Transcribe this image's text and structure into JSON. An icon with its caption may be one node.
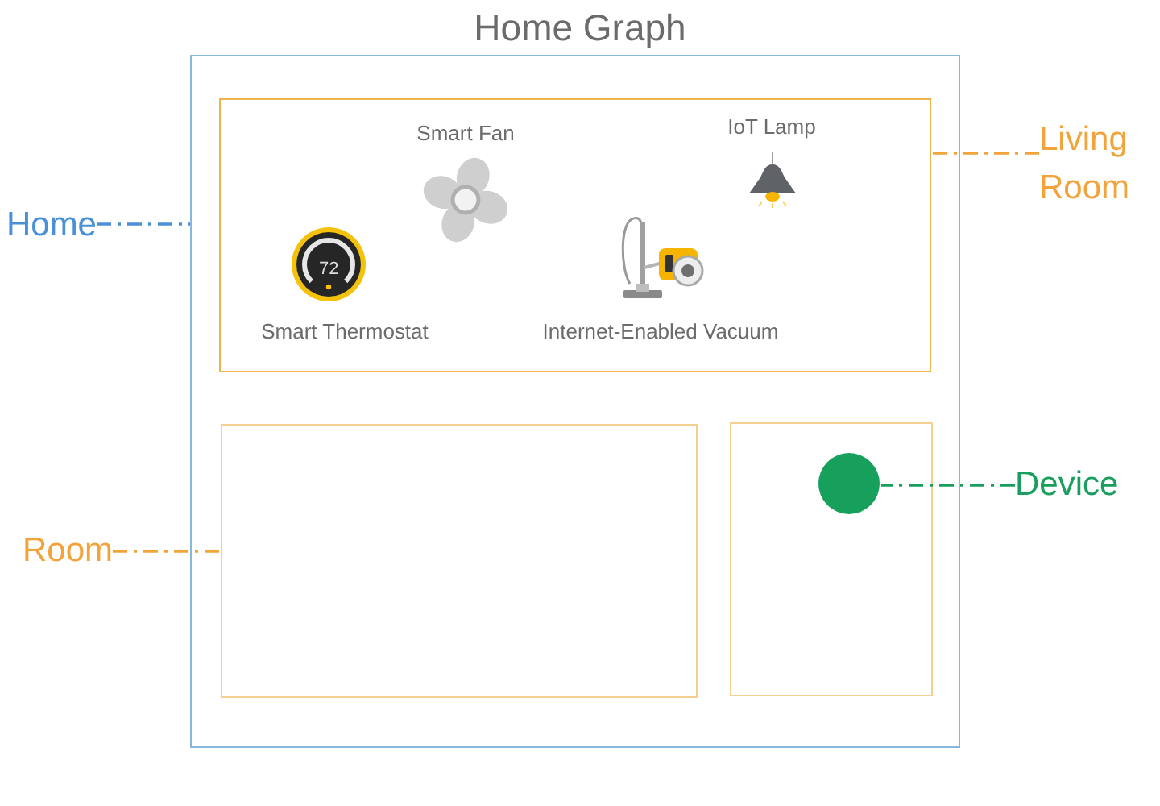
{
  "diagram": {
    "title": "Home Graph",
    "nodes": [
      {
        "text": [],
        "shape": "box"
      },
      {
        "text": [],
        "shape": "box",
        "in": 0
      },
      {
        "text": [
          "Smart Fan"
        ],
        "in": 1
      },
      {
        "text": [
          "IoT Lamp"
        ],
        "in": 1
      },
      {
        "text": [
          "Smart Thermostat"
        ],
        "in": 1
      },
      {
        "text": [
          "Internet-Enabled Vacuum"
        ],
        "in": 1
      },
      {
        "text": [],
        "shape": "box",
        "in": 0
      },
      {
        "text": [],
        "shape": "box",
        "in": 0
      },
      {
        "text": [],
        "shape": "circle",
        "in": 7
      },
      {
        "text": [
          "Home"
        ]
      },
      {
        "text": [
          "Living Room"
        ]
      },
      {
        "text": [
          "Room"
        ]
      },
      {
        "text": [
          "Device"
        ]
      }
    ],
    "edges": [
      {
        "from": 9,
        "to": 0,
        "arrow": "none",
        "style": "dashed",
        "color": "#4a90d9"
      },
      {
        "from": 10,
        "to": 1,
        "arrow": "none",
        "style": "dashed",
        "color": "#f2a33a"
      },
      {
        "from": 11,
        "to": 6,
        "arrow": "none",
        "style": "dashed",
        "color": "#f2a33a"
      },
      {
        "from": 12,
        "to": 8,
        "arrow": "none",
        "style": "dashed",
        "color": "#1a9e5f"
      }
    ],
    "labels": [
      "72"
    ]
  }
}
